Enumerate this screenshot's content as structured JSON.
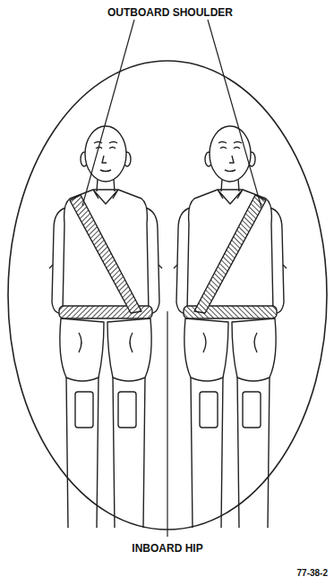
{
  "diagram": {
    "labels": [
      "OUTBOARD SHOULDER",
      "INBOARD HIP",
      "77-38-2"
    ]
  }
}
